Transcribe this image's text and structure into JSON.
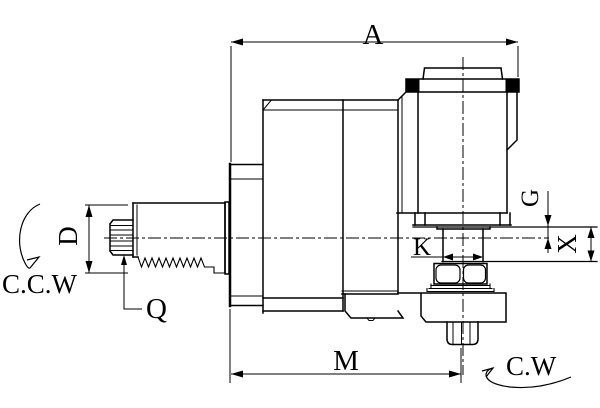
{
  "drawing": {
    "background": "#ffffff",
    "line_color": "#000000",
    "labels": {
      "a": "A",
      "m": "M",
      "d": "D",
      "q": "Q",
      "k": "K",
      "g": "G",
      "x": "X",
      "ccw": "C.C.W",
      "cw": "C.W"
    }
  }
}
